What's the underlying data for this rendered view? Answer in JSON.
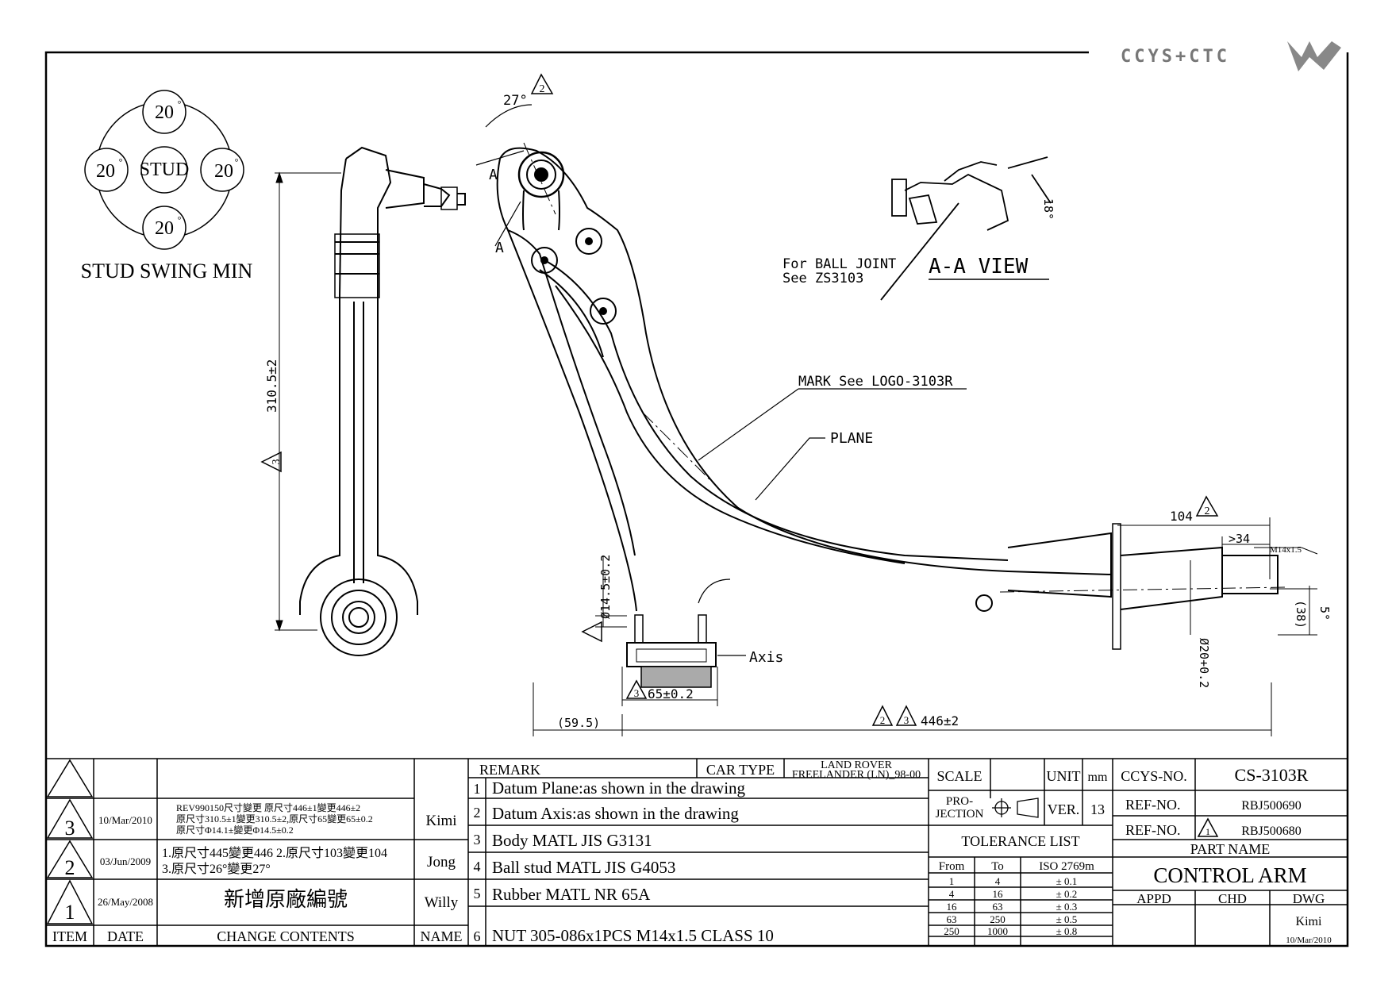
{
  "logo": {
    "text": "CCYS+CTC"
  },
  "stud_swing": {
    "title": "STUD SWING MIN",
    "center": "STUD",
    "top": "20",
    "left": "20",
    "right": "20",
    "bottom": "20",
    "degree_mark": "°"
  },
  "callouts": {
    "angle_27": "27°",
    "section_a_top": "A",
    "section_a_bottom": "A",
    "ball_joint_1": "For BALL JOINT",
    "ball_joint_2": "See ZS3103",
    "aa_view": "A-A VIEW",
    "angle_18": "18°",
    "mark_logo": "MARK See LOGO-3103R",
    "plane": "PLANE",
    "axis": "Axis",
    "dim_104": "104",
    "dim_34": ">34",
    "thread": "M14x1.5",
    "dim_38": "(38)",
    "dim_5": "5°",
    "dim_dia20": "Ø20+0.2",
    "dim_dia14": "Ø14.5±0.2",
    "dim_65": "65±0.2",
    "dim_595": "(59.5)",
    "dim_446": "446±2",
    "dim_3105": "310.5±2",
    "rev2": "2",
    "rev3": "3"
  },
  "revisions": [
    {
      "item": "3",
      "date": "10/Mar/2010",
      "contents": [
        "REV990150尺寸變更 原尺寸446±1變更446±2",
        "原尺寸310.5±1變更310.5±2,原尺寸65變更65±0.2",
        "原尺寸Φ14.1±變更Φ14.5±0.2"
      ],
      "name": "Kimi"
    },
    {
      "item": "2",
      "date": "03/Jun/2009",
      "contents": [
        "1.原尺寸445變更446   2.原尺寸103變更104",
        "3.原尺寸26°變更27°"
      ],
      "name": "Jong"
    },
    {
      "item": "1",
      "date": "26/May/2008",
      "contents": [
        "新增原廠編號"
      ],
      "name": "Willy"
    }
  ],
  "revision_header": {
    "item": "ITEM",
    "date": "DATE",
    "contents": "CHANGE CONTENTS",
    "name": "NAME"
  },
  "remarks": {
    "label": "REMARK",
    "car_type_label": "CAR TYPE",
    "car_type_1": "LAND ROVER",
    "car_type_2": "FREELANDER (LN)_98-00",
    "items": [
      {
        "no": "1",
        "text": "Datum Plane:as shown in the drawing"
      },
      {
        "no": "2",
        "text": "Datum Axis:as shown in the drawing"
      },
      {
        "no": "3",
        "text": "Body MATL JIS G3131"
      },
      {
        "no": "4",
        "text": "Ball stud MATL JIS G4053"
      },
      {
        "no": "5",
        "text": "Rubber MATL NR 65A"
      },
      {
        "no": "6",
        "text": "NUT 305-086x1PCS M14x1.5 CLASS 10"
      }
    ]
  },
  "info": {
    "scale_label": "SCALE",
    "unit_label": "UNIT",
    "unit": "mm",
    "projection_1": "PRO-",
    "projection_2": "JECTION",
    "ver_label": "VER.",
    "ver": "13",
    "tolerance_title": "TOLERANCE LIST",
    "tol_from": "From",
    "tol_to": "To",
    "tol_std": "ISO 2769m",
    "tolerances": [
      {
        "from": "1",
        "to": "4",
        "tol": "± 0.1"
      },
      {
        "from": "4",
        "to": "16",
        "tol": "± 0.2"
      },
      {
        "from": "16",
        "to": "63",
        "tol": "± 0.3"
      },
      {
        "from": "63",
        "to": "250",
        "tol": "± 0.5"
      },
      {
        "from": "250",
        "to": "1000",
        "tol": "± 0.8"
      }
    ]
  },
  "title_block": {
    "ccys_label": "CCYS-NO.",
    "ccys_no": "CS-3103R",
    "ref_label_1": "REF-NO.",
    "ref_no_1": "RBJ500690",
    "ref_label_2": "REF-NO.",
    "ref_marker": "1",
    "ref_no_2": "RBJ500680",
    "part_name_label": "PART NAME",
    "part_name": "CONTROL ARM",
    "appd": "APPD",
    "chd": "CHD",
    "dwg": "DWG",
    "drawer": "Kimi",
    "drawn_date": "10/Mar/2010"
  }
}
